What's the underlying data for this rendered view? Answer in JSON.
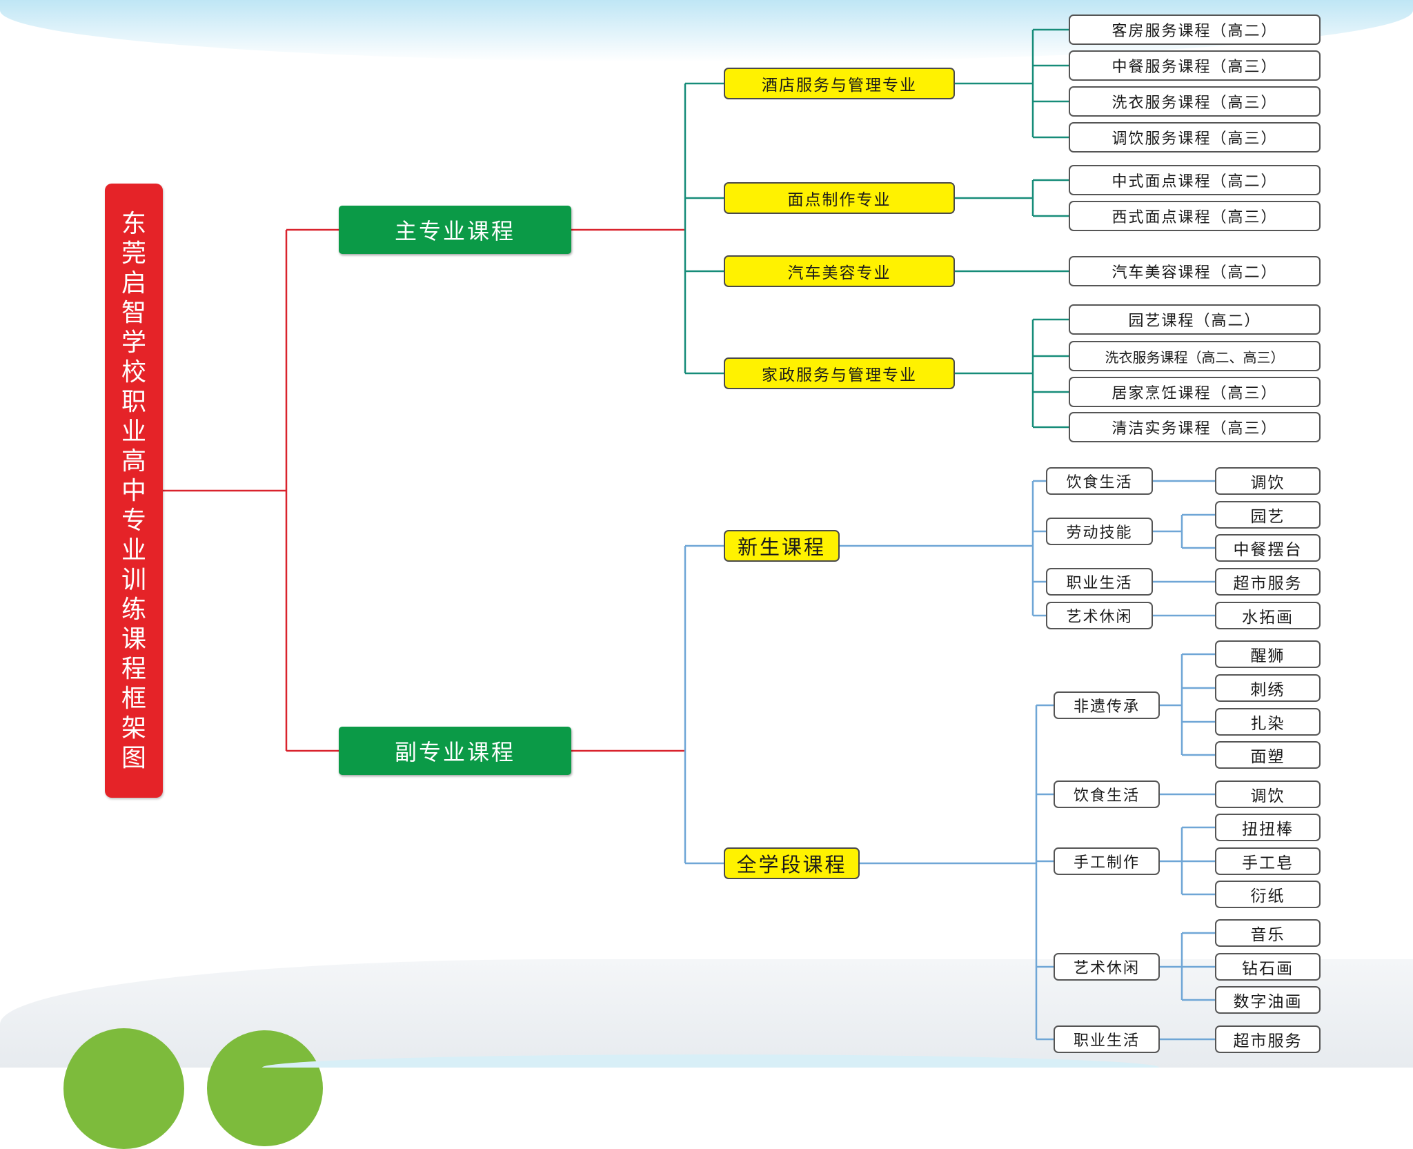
{
  "title": "东莞启智学校职业高中专业训练课程框架图",
  "colors": {
    "title_bg": "#e52328",
    "primary_bg": "#0b9a47",
    "major_bg": "#fff200",
    "red_line": "#d9232d",
    "teal_line": "#168c79",
    "blue_line": "#6fa6d6"
  },
  "main": {
    "label": "主专业课程",
    "majors": [
      {
        "label": "酒店服务与管理专业",
        "courses": [
          "客房服务课程（高二）",
          "中餐服务课程（高三）",
          "洗衣服务课程（高三）",
          "调饮服务课程（高三）"
        ]
      },
      {
        "label": "面点制作专业",
        "courses": [
          "中式面点课程（高二）",
          "西式面点课程（高三）"
        ]
      },
      {
        "label": "汽车美容专业",
        "courses": [
          "汽车美容课程（高二）"
        ]
      },
      {
        "label": "家政服务与管理专业",
        "courses": [
          "园艺课程（高二）",
          "洗衣服务课程（高二、高三）",
          "居家烹饪课程（高三）",
          "清洁实务课程（高三）"
        ]
      }
    ]
  },
  "secondary": {
    "label": "副专业课程",
    "freshman": {
      "label": "新生课程",
      "categories": [
        {
          "label": "饮食生活",
          "items": [
            "调饮"
          ]
        },
        {
          "label": "劳动技能",
          "items": [
            "园艺",
            "中餐摆台"
          ]
        },
        {
          "label": "职业生活",
          "items": [
            "超市服务"
          ]
        },
        {
          "label": "艺术休闲",
          "items": [
            "水拓画"
          ]
        }
      ]
    },
    "all_stage": {
      "label": "全学段课程",
      "categories": [
        {
          "label": "非遗传承",
          "items": [
            "醒狮",
            "刺绣",
            "扎染",
            "面塑"
          ]
        },
        {
          "label": "饮食生活",
          "items": [
            "调饮"
          ]
        },
        {
          "label": "手工制作",
          "items": [
            "扭扭棒",
            "手工皂",
            "衍纸"
          ]
        },
        {
          "label": "艺术休闲",
          "items": [
            "音乐",
            "钻石画",
            "数字油画"
          ]
        },
        {
          "label": "职业生活",
          "items": [
            "超市服务"
          ]
        }
      ]
    }
  }
}
